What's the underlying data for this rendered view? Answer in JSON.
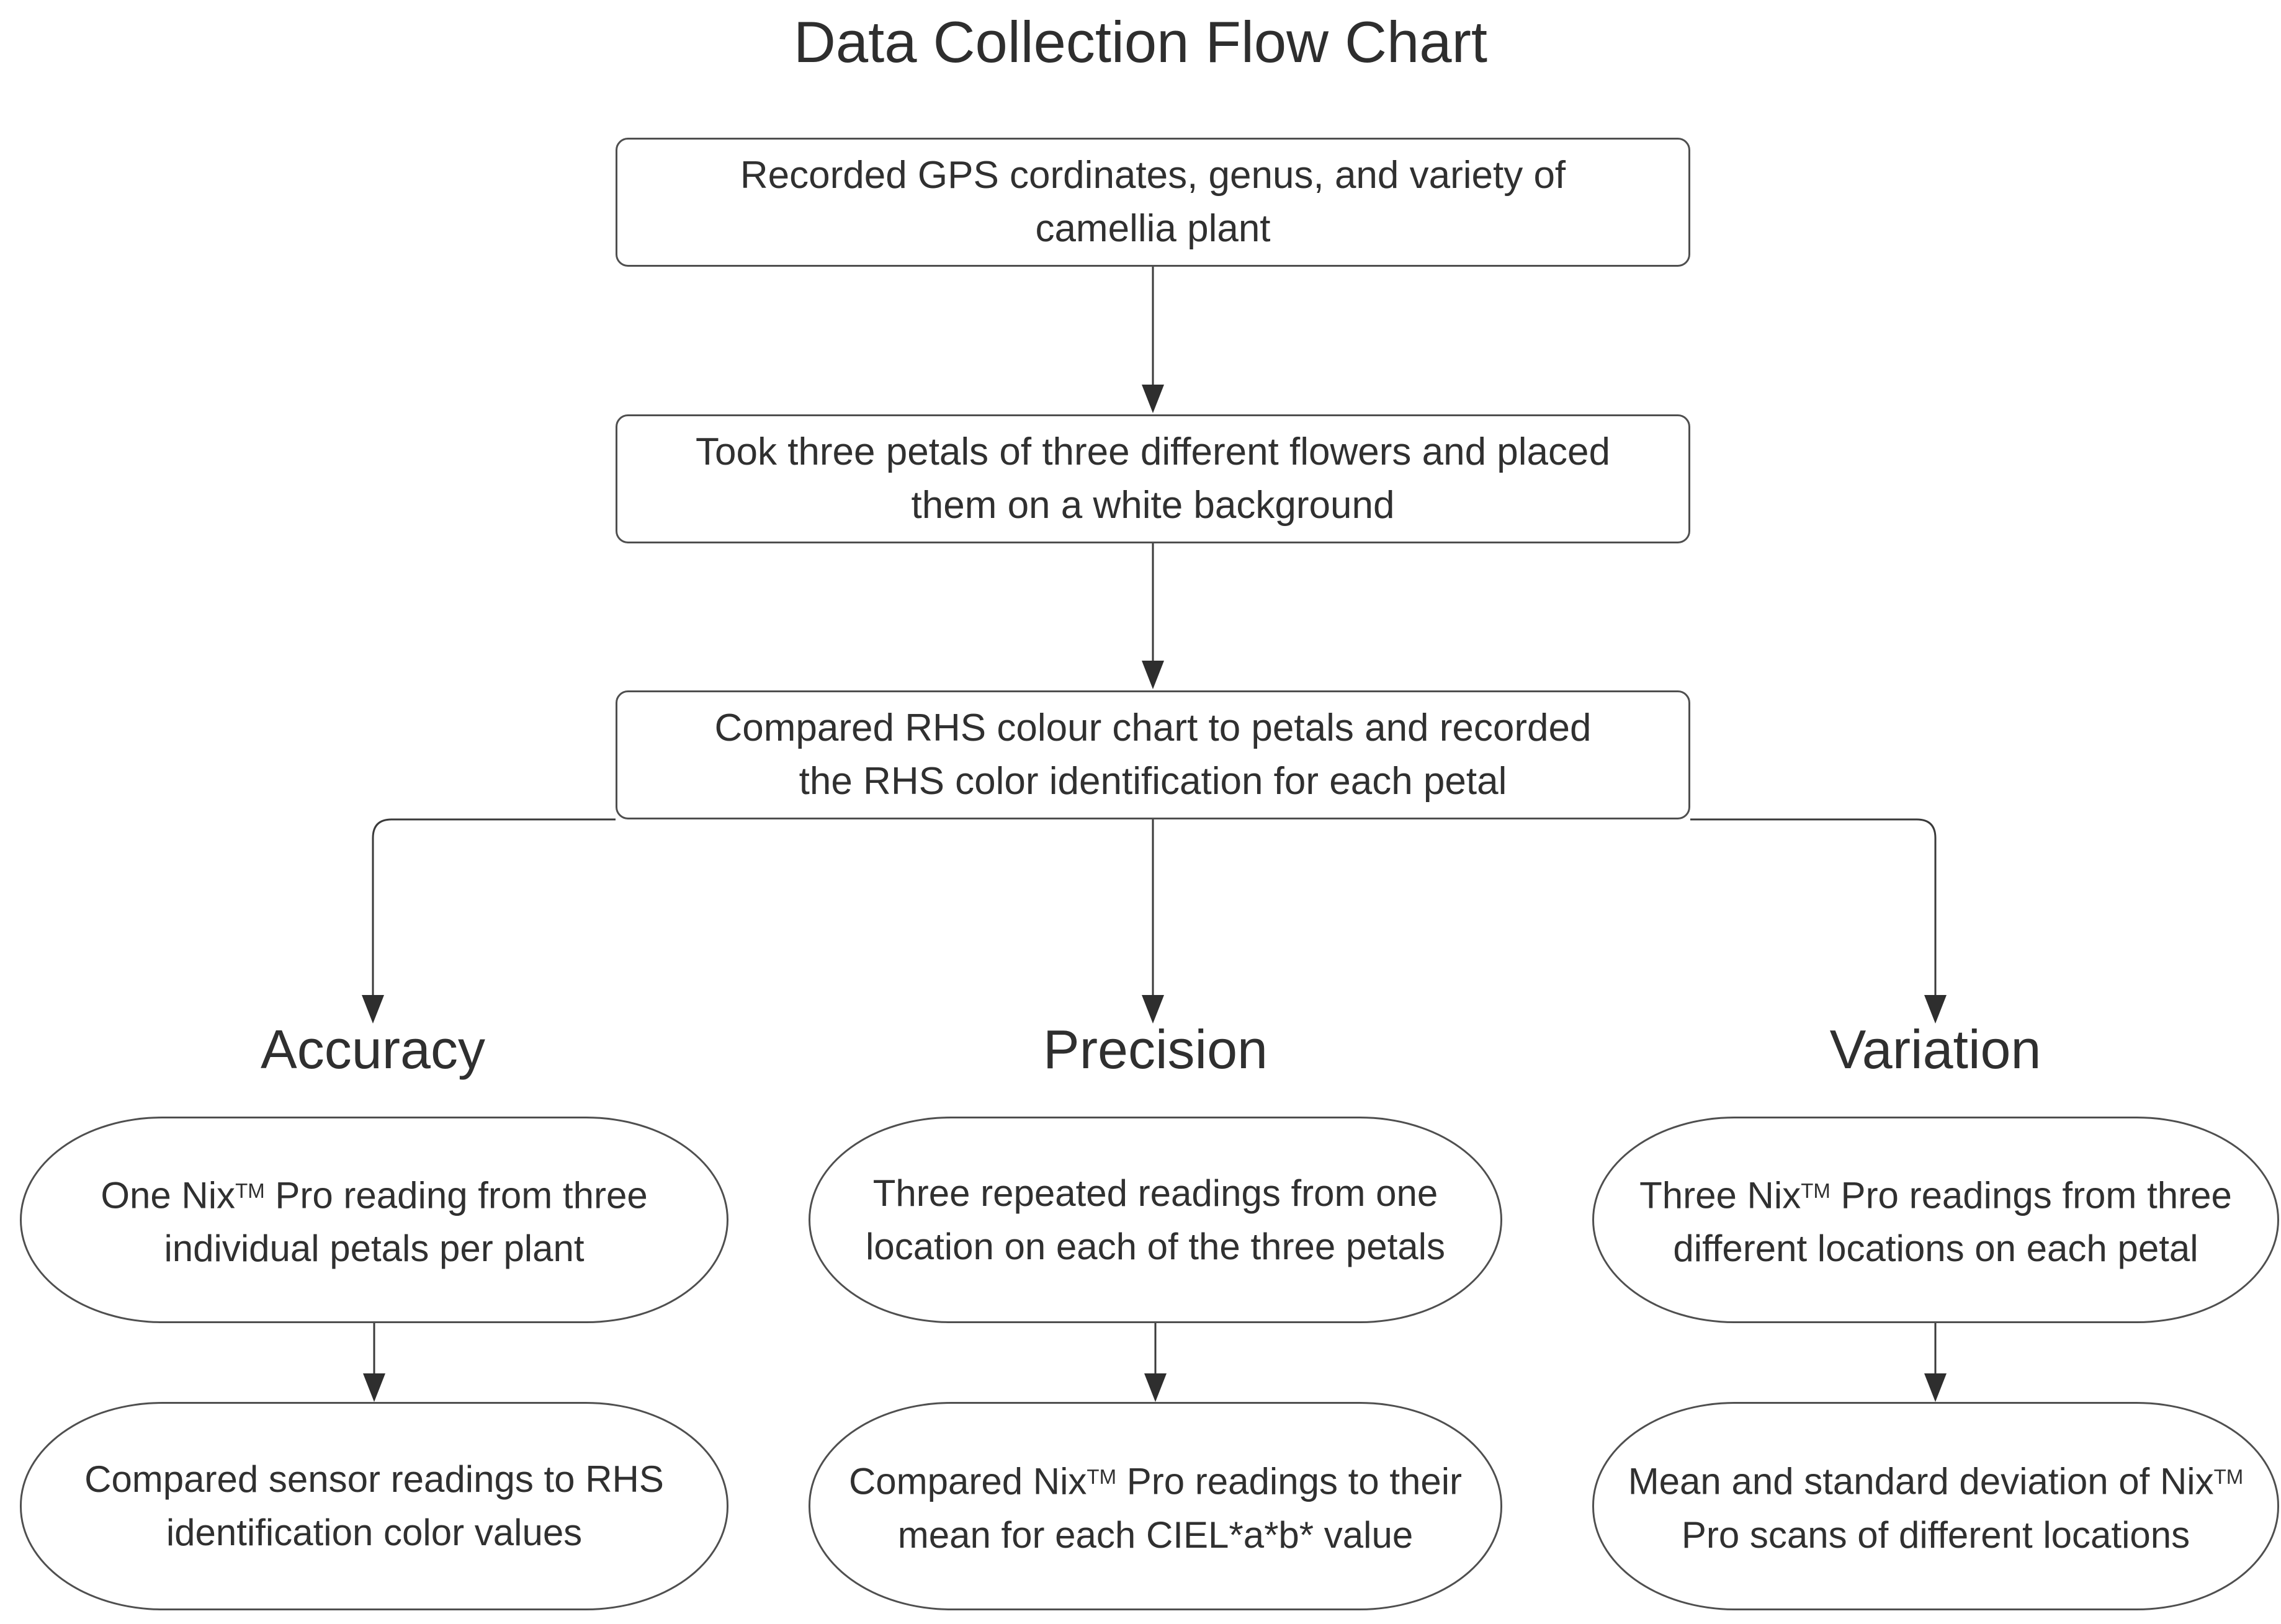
{
  "title": "Data Collection Flow Chart",
  "colors": {
    "background": "#ffffff",
    "line": "#3a3a3a",
    "arrowhead": "#2e2e2e",
    "box_border": "#4f4f4f",
    "text": "#303030"
  },
  "flow_steps": [
    {
      "name": "record-gps",
      "lines": [
        "Recorded GPS cordinates, genus, and variety of",
        "camellia plant"
      ]
    },
    {
      "name": "take-petals",
      "lines": [
        "Took three petals of three different flowers and placed",
        "them on a white background"
      ]
    },
    {
      "name": "compare-rhs-chart",
      "lines": [
        "Compared RHS colour chart to petals and recorded",
        "the RHS color identification for each petal"
      ]
    }
  ],
  "branches": [
    {
      "label": "Accuracy",
      "top": {
        "lines": [
          "One Nix[TM] Pro reading from three",
          "individual petals per plant"
        ]
      },
      "bottom": {
        "lines": [
          "Compared sensor readings to RHS",
          "identification color values"
        ]
      }
    },
    {
      "label": "Precision",
      "top": {
        "lines": [
          "Three repeated readings from one",
          "location on each of the three petals"
        ]
      },
      "bottom": {
        "lines": [
          "Compared Nix[TM] Pro readings to their",
          "mean for each CIEL*a*b* value"
        ]
      }
    },
    {
      "label": "Variation",
      "top": {
        "lines": [
          "Three Nix[TM] Pro readings from three",
          "different locations on each petal"
        ]
      },
      "bottom": {
        "lines": [
          "Mean and standard deviation of Nix[TM]",
          "Pro scans of different locations"
        ]
      }
    }
  ]
}
